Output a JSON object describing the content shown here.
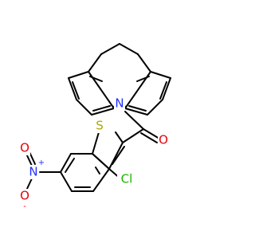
{
  "molecule": {
    "atoms": {
      "N_ring": "N",
      "O_carbonyl": "O",
      "S_thiophene": "S",
      "Cl": "Cl",
      "N_nitro": "N",
      "O_nitro_top": "O",
      "O_nitro_bottom": "O"
    },
    "charges": {
      "N_nitro": "+",
      "O_nitro_bottom": "-"
    },
    "colors": {
      "nitrogen": "#2130ff",
      "oxygen": "#e8000b",
      "sulfur": "#b3a400",
      "chlorine": "#1db300",
      "bond": "#000000"
    }
  }
}
